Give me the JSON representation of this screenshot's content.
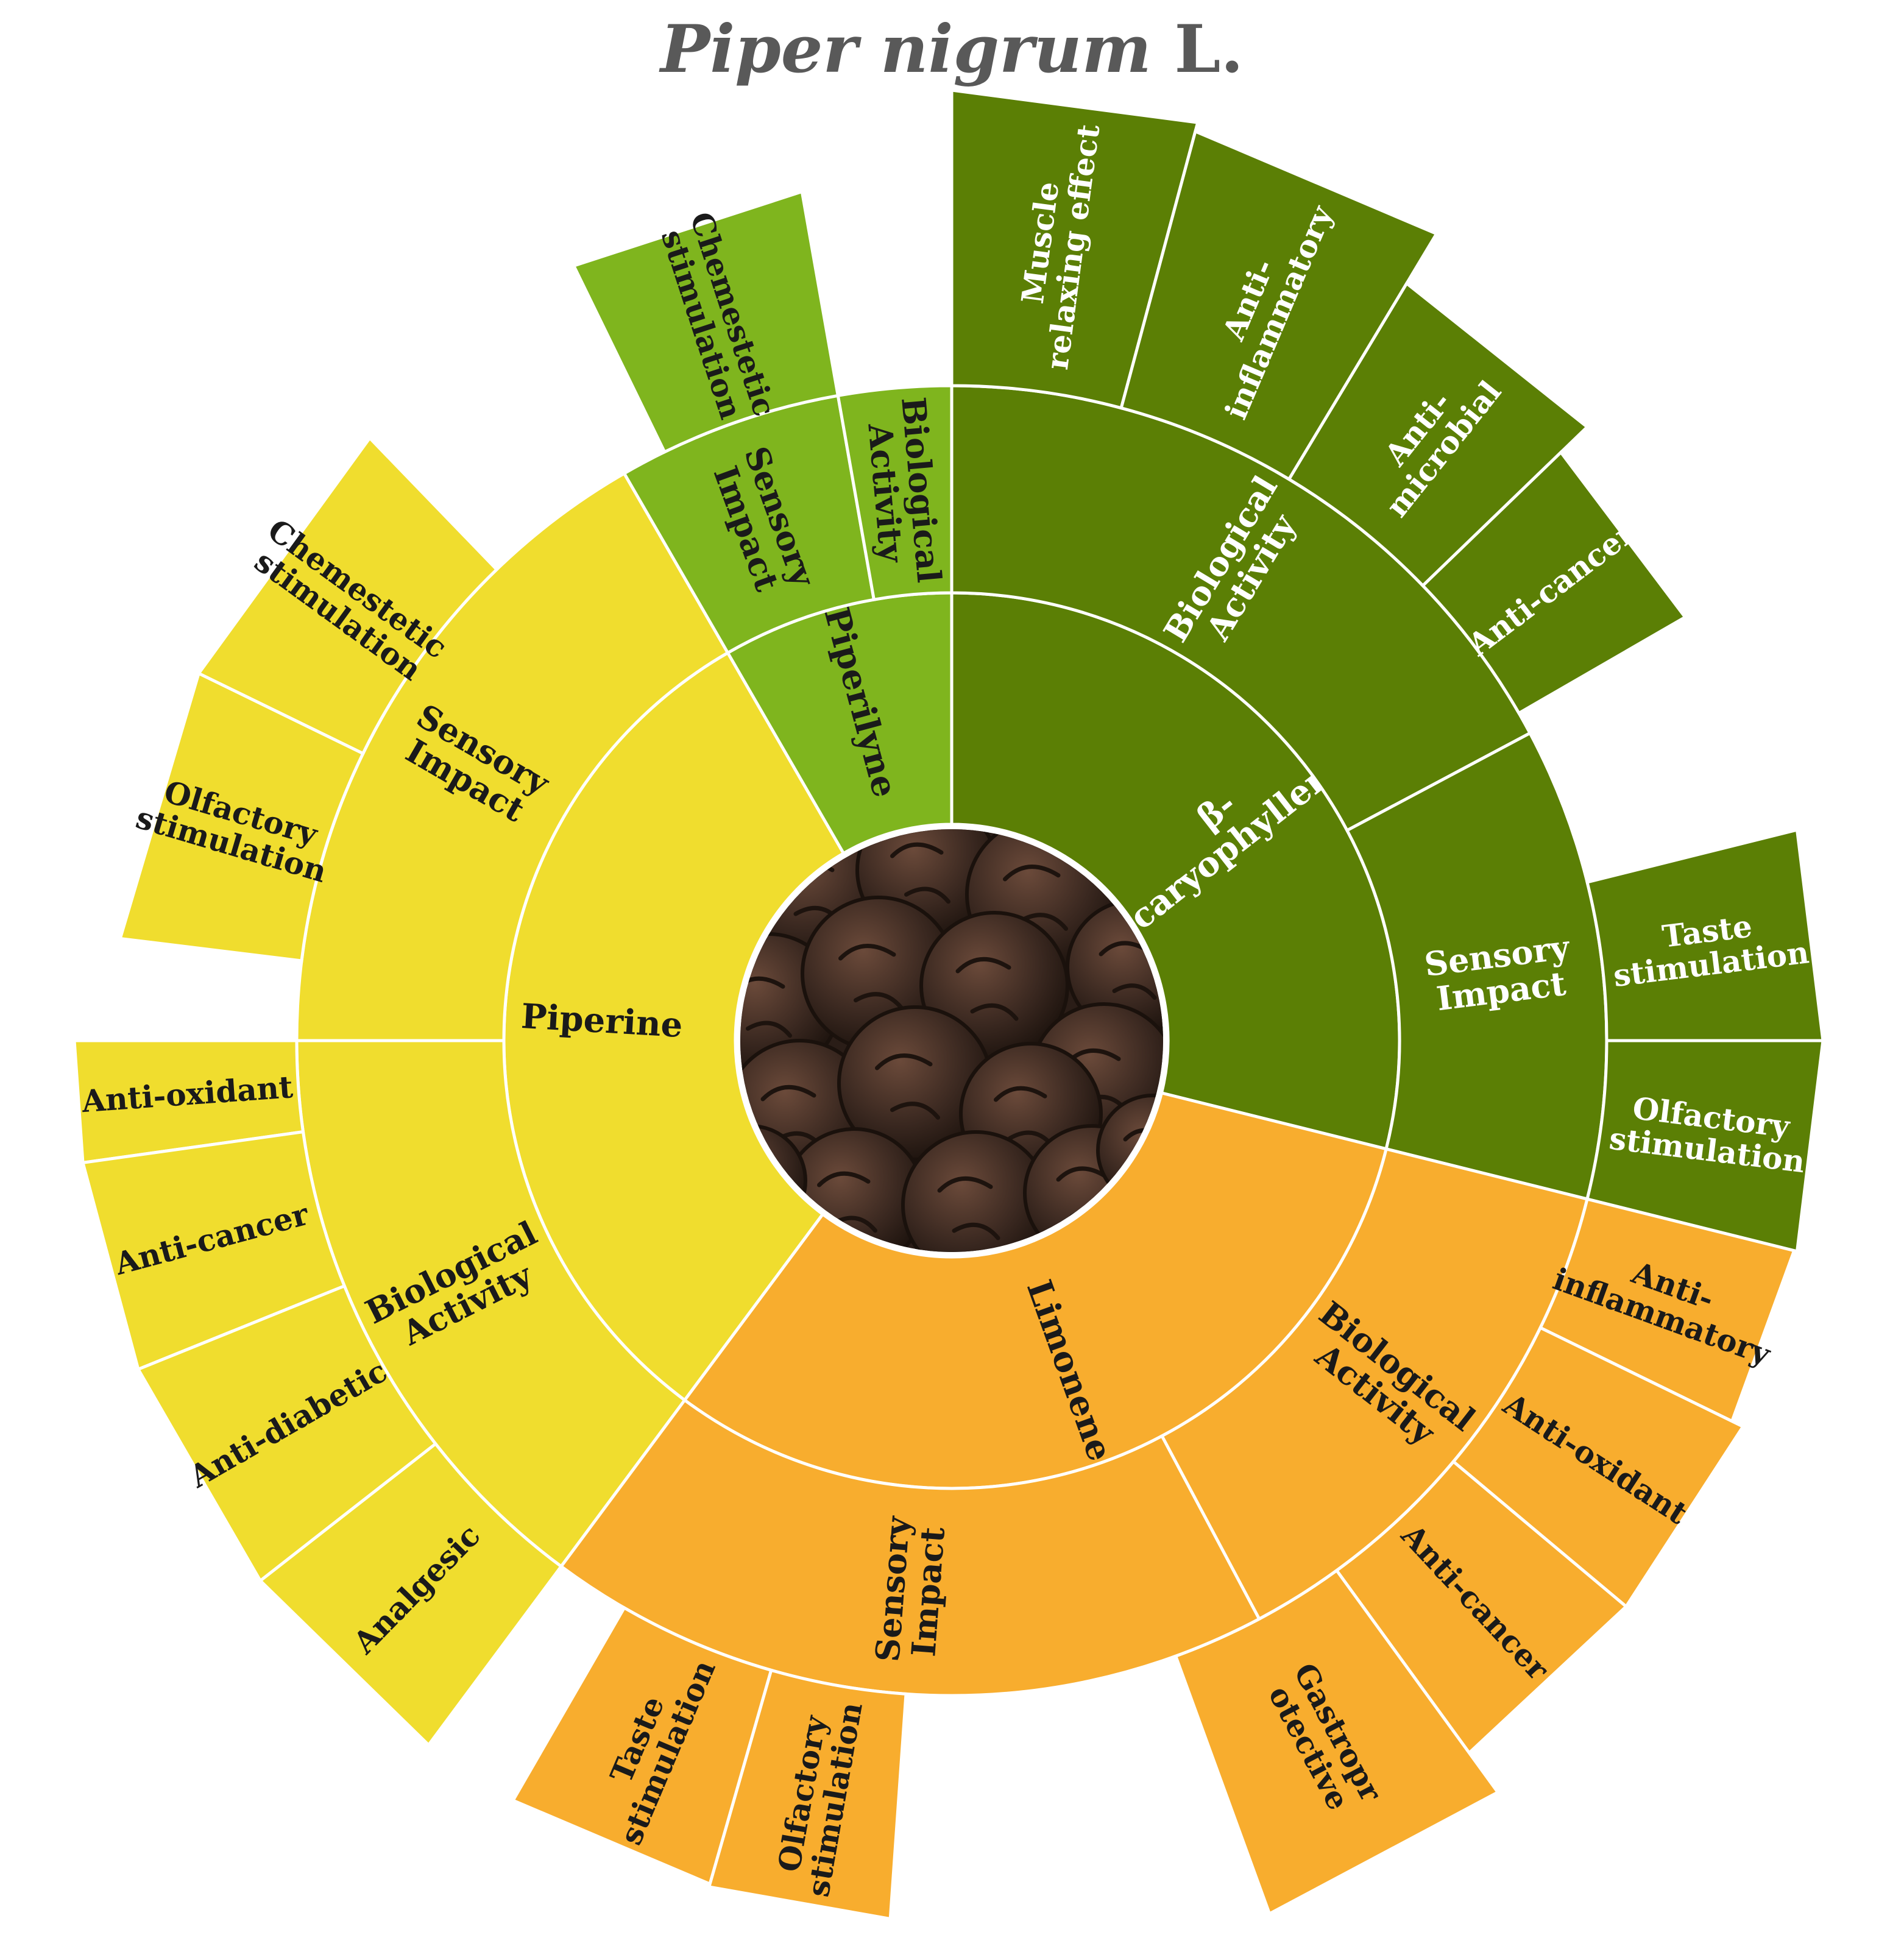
{
  "title": {
    "species": "Piper nigrum",
    "authority": "L."
  },
  "colors": {
    "yellow": "#F0DD2E",
    "light_green": "#7FB51E",
    "dark_green": "#5B7F05",
    "orange": "#F8AD2E",
    "border": "#FFFFFF",
    "text_dark": "#1A1A1A",
    "text_light": "#FFFFFF"
  },
  "center_image": "peppercorns",
  "compounds": [
    {
      "id": "piperine",
      "name": "Piperine",
      "color": "yellow",
      "categories": [
        {
          "name": "Sensory Impact",
          "items": [
            "Chemestetic stimulation",
            "Olfactory stimulation"
          ]
        },
        {
          "name": "Biological Activity",
          "items": [
            "Anti-oxidant",
            "Anti-cancer",
            "Anti-diabetic",
            "Analgesic"
          ]
        }
      ]
    },
    {
      "id": "piperilyne",
      "name": "Piperilyne",
      "color": "light_green",
      "categories": [
        {
          "name": "Sensory Impact",
          "items": [
            "Chemestetic stimulation"
          ]
        },
        {
          "name": "Biological Activity",
          "items": []
        }
      ]
    },
    {
      "id": "caryophyllene",
      "name": "β-caryophyllene",
      "color": "dark_green",
      "categories": [
        {
          "name": "Biological Activity",
          "items": [
            "Muscle relaxing effect",
            "Anti-inflammatory",
            "Anti-microbial",
            "Anti-cancer"
          ]
        },
        {
          "name": "Sensory Impact",
          "items": [
            "Taste stimulation",
            "Olfactory stimulation"
          ]
        }
      ]
    },
    {
      "id": "limonene",
      "name": "Limonene",
      "color": "orange",
      "categories": [
        {
          "name": "Biological Activity",
          "items": [
            "Anti-inflammatory",
            "Anti-oxidant",
            "Anti-cancer",
            "Gastroprotective"
          ]
        },
        {
          "name": "Sensory Impact",
          "items": [
            "Olfactory stimulation",
            "Taste stimulation"
          ]
        }
      ]
    }
  ]
}
